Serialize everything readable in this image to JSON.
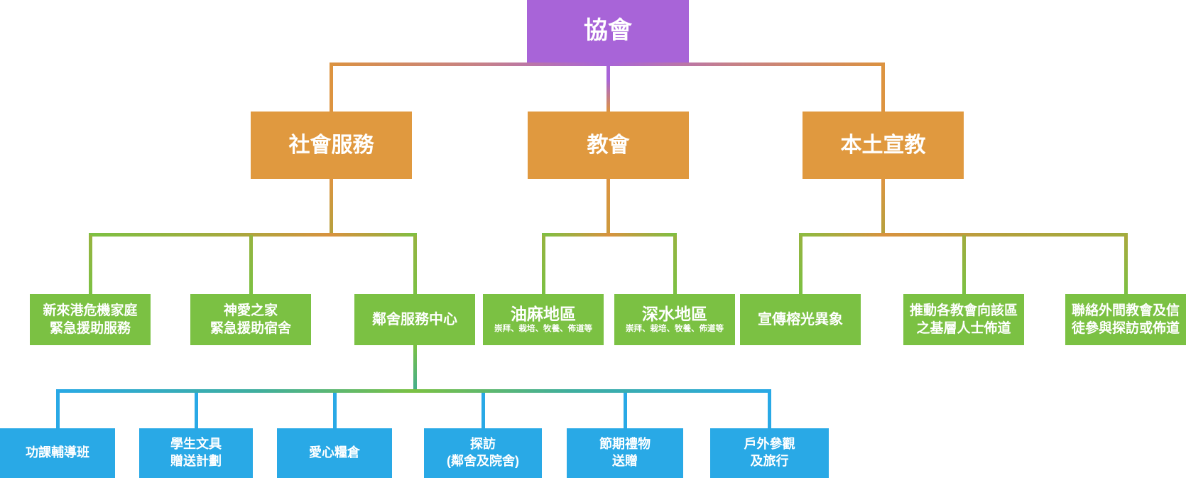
{
  "palette": {
    "root_purple": "#a864d8",
    "branch_orange": "#e0993f",
    "leaf_green": "#7bc143",
    "sub_blue": "#29a9e6",
    "text_white": "#ffffff",
    "line_olive": "#b3a13d",
    "line_rose": "#c5808a"
  },
  "org_chart": {
    "root": {
      "label": "協會"
    },
    "level1": [
      {
        "label": "社會服務"
      },
      {
        "label": "教會"
      },
      {
        "label": "本土宣教"
      }
    ],
    "level2": [
      {
        "line1": "新來港危機家庭",
        "line2": "緊急援助服務"
      },
      {
        "line1": "神愛之家",
        "line2": "緊急援助宿舍"
      },
      {
        "line1": "鄰舍服務中心"
      },
      {
        "title": "油麻地區",
        "subtitle": "崇拜、栽培、牧養、佈道等"
      },
      {
        "title": "深水地區",
        "subtitle": "崇拜、栽培、牧養、佈道等"
      },
      {
        "line1": "宣傳榕光異象"
      },
      {
        "line1": "推動各教會向該區",
        "line2": "之基層人士佈道"
      },
      {
        "line1": "聯絡外間教會及信",
        "line2": "徒參與探訪或佈道"
      }
    ],
    "level3": [
      {
        "line1": "功課輔導班"
      },
      {
        "line1": "學生文具",
        "line2": "贈送計劃"
      },
      {
        "line1": "愛心糧倉"
      },
      {
        "line1": "探訪",
        "line2": "(鄰舍及院舍)"
      },
      {
        "line1": "節期禮物",
        "line2": "送贈"
      },
      {
        "line1": "戶外參觀",
        "line2": "及旅行"
      }
    ]
  }
}
